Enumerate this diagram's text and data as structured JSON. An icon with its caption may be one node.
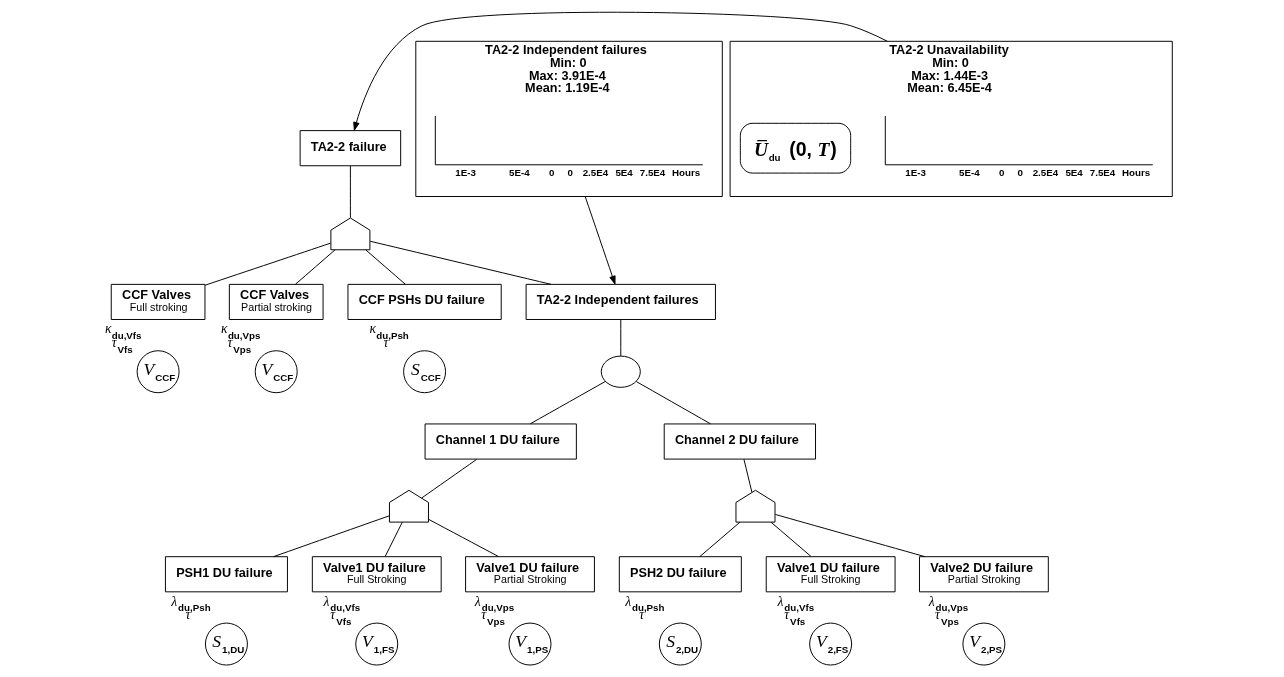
{
  "diagram": {
    "nodes": [
      {
        "text": [
          "TA2-2 failure"
        ]
      },
      {
        "text": [],
        "shape": "arch"
      },
      {
        "text": [
          "CCF Valves",
          "Full stroking"
        ]
      },
      {
        "text": [
          "*V*$_{CCF}$"
        ],
        "beside": [
          "*κ*$_{du,Vfs}$",
          "*τ*$_{Vfs}$"
        ]
      },
      {
        "text": [
          "CCF Valves",
          "Partial stroking"
        ]
      },
      {
        "text": [
          "*V*$_{CCF}$"
        ],
        "beside": [
          "*κ*$_{du,Vps}$",
          "*τ*$_{Vps}$"
        ]
      },
      {
        "text": [
          "CCF PSHs DU failure"
        ]
      },
      {
        "text": [
          "*S*$_{CCF}$"
        ],
        "beside": [
          "*κ*$_{du,Psh}$",
          "*τ*"
        ]
      },
      {
        "text": [
          "TA2-2 Independent failures"
        ]
      },
      {
        "text": [],
        "shape": "dome"
      },
      {
        "text": [
          "Channel 1 DU failure"
        ]
      },
      {
        "text": [
          "Channel 2 DU failure"
        ]
      },
      {
        "text": [],
        "shape": "arch"
      },
      {
        "text": [],
        "shape": "arch"
      },
      {
        "text": [
          "PSH1 DU failure"
        ]
      },
      {
        "text": [
          "*S*$_{1,DU}$"
        ],
        "beside": [
          "*λ*$_{du,Psh}$",
          "*τ*"
        ]
      },
      {
        "text": [
          "Valve1 DU failure",
          "Full Stroking"
        ]
      },
      {
        "text": [
          "*V*$_{1,FS}$"
        ],
        "beside": [
          "*λ*$_{du,Vfs}$",
          "*τ*$_{Vfs}$"
        ]
      },
      {
        "text": [
          "Valve1 DU failure",
          "Partial Stroking"
        ]
      },
      {
        "text": [
          "*V*$_{1,PS}$"
        ],
        "beside": [
          "*λ*$_{du,Vps}$",
          "*τ*$_{Vps}$"
        ]
      },
      {
        "text": [
          "PSH2 DU failure"
        ]
      },
      {
        "text": [
          "*S*$_{2,DU}$"
        ],
        "beside": [
          "*λ*$_{du,Psh}$",
          "*τ*"
        ]
      },
      {
        "text": [
          "Valve1 DU failure",
          "Full Stroking"
        ]
      },
      {
        "text": [
          "*V*$_{2,FS}$"
        ],
        "beside": [
          "*λ*$_{du,Vfs}$",
          "*τ*$_{Vfs}$"
        ]
      },
      {
        "text": [
          "Valve2 DU failure",
          "Partial Stroking"
        ]
      },
      {
        "text": [
          "*V*$_{2,PS}$"
        ],
        "beside": [
          "*λ*$_{du,Vps}$",
          "*τ*$_{Vps}$"
        ]
      },
      {
        "text": [
          "TA2-2 Unavailability",
          "Min: 0",
          "Max: 1.44E-3",
          "Mean: 6.45E-4"
        ]
      },
      {
        "text": [
          "1E-3",
          "5E-4",
          "0",
          "0",
          "2.5E4",
          "5E4",
          "7.5E4",
          "Hours"
        ],
        "in": 26
      },
      {
        "text": [
          "*U̅*$_{du}$ (0, *T*)"
        ],
        "in": 26
      },
      {
        "text": [
          "TA2-2 Independent failures",
          "Min: 0",
          "Max: 3.91E-4",
          "Mean: 1.19E-4"
        ]
      },
      {
        "text": [
          "1E-3",
          "5E-4",
          "0",
          "0",
          "2.5E4",
          "5E4",
          "7.5E4",
          "Hours"
        ],
        "in": 29
      }
    ],
    "edges": [
      {
        "from": 0,
        "to": 1,
        "arrow": "none"
      },
      {
        "from": 1,
        "to": 2,
        "arrow": "none"
      },
      {
        "from": 1,
        "to": 4,
        "arrow": "none"
      },
      {
        "from": 1,
        "to": 6,
        "arrow": "none"
      },
      {
        "from": 1,
        "to": 8,
        "arrow": "none"
      },
      {
        "from": 8,
        "to": 9,
        "arrow": "none"
      },
      {
        "from": 9,
        "to": 10,
        "arrow": "none"
      },
      {
        "from": 9,
        "to": 11,
        "arrow": "none"
      },
      {
        "from": 10,
        "to": 12,
        "arrow": "none"
      },
      {
        "from": 12,
        "to": 14,
        "arrow": "none"
      },
      {
        "from": 12,
        "to": 16,
        "arrow": "none"
      },
      {
        "from": 12,
        "to": 18,
        "arrow": "none"
      },
      {
        "from": 11,
        "to": 13,
        "arrow": "none"
      },
      {
        "from": 13,
        "to": 20,
        "arrow": "none"
      },
      {
        "from": 13,
        "to": 22,
        "arrow": "none"
      },
      {
        "from": 13,
        "to": 24,
        "arrow": "none"
      },
      {
        "from": 26,
        "to": 0,
        "arrow": "to"
      },
      {
        "from": 29,
        "to": 8,
        "arrow": "to"
      }
    ]
  }
}
